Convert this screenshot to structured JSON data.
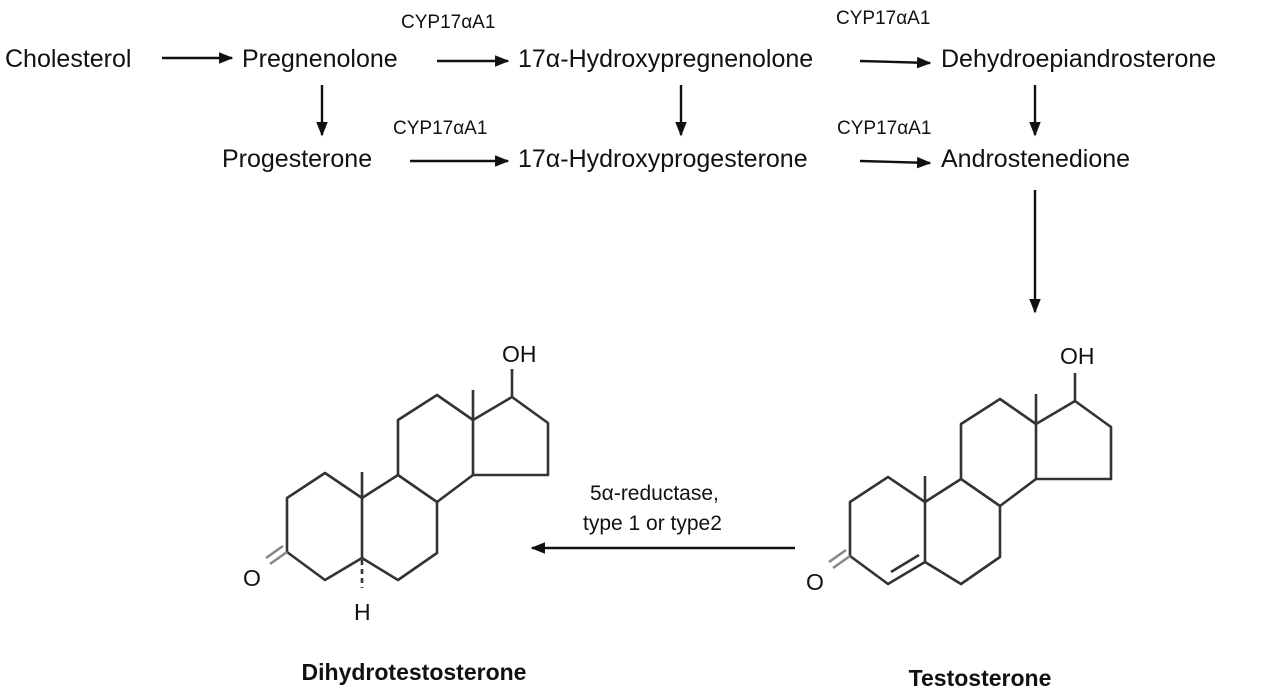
{
  "pathway": {
    "row1": [
      "Cholesterol",
      "Pregnenolone",
      "17α-Hydroxypregnenolone",
      "Dehydroepiandrosterone"
    ],
    "row2": [
      "Progesterone",
      "17α-Hydroxyprogesterone",
      "Androstenedione"
    ],
    "enzymes": {
      "top_left": "CYP17αA1",
      "top_right": "CYP17αA1",
      "mid_left": "CYP17αA1",
      "mid_right": "CYP17αA1"
    }
  },
  "reaction": {
    "line1": "5α-reductase,",
    "line2": "type 1 or type2"
  },
  "molecules": {
    "dht": {
      "name": "Dihydrotestosterone",
      "oh": "OH",
      "o": "O",
      "h": "H"
    },
    "testosterone": {
      "name": "Testosterone",
      "oh": "OH",
      "o": "O"
    }
  }
}
